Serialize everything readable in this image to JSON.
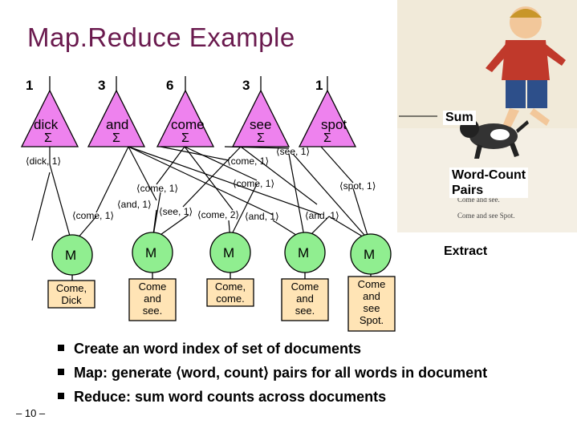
{
  "title": "Map.Reduce Example",
  "reducers": [
    {
      "count": "1",
      "word": "dick",
      "sigma": "Σ"
    },
    {
      "count": "3",
      "word": "and",
      "sigma": "Σ"
    },
    {
      "count": "6",
      "word": "come",
      "sigma": "Σ"
    },
    {
      "count": "3",
      "word": "see",
      "sigma": "Σ"
    },
    {
      "count": "1",
      "word": "spot",
      "sigma": "Σ"
    }
  ],
  "pairs": [
    "⟨dick, 1⟩",
    "⟨come, 1⟩",
    "⟨see, 1⟩",
    "⟨come, 1⟩",
    "⟨come, 1⟩",
    "⟨spot, 1⟩",
    "⟨and, 1⟩",
    "⟨see, 1⟩",
    "⟨come, 1⟩",
    "⟨come, 2⟩",
    "⟨and, 1⟩",
    "⟨and, 1⟩"
  ],
  "mappers": [
    {
      "label": "M",
      "doc": [
        "Come,",
        "Dick"
      ]
    },
    {
      "label": "M",
      "doc": [
        "Come",
        "and",
        "see."
      ]
    },
    {
      "label": "M",
      "doc": [
        "Come,",
        "come."
      ]
    },
    {
      "label": "M",
      "doc": [
        "Come",
        "and",
        "see."
      ]
    },
    {
      "label": "M",
      "doc": [
        "Come",
        "and",
        "see",
        "Spot."
      ]
    }
  ],
  "side_labels": {
    "sum": "Sum",
    "word_count": [
      "Word-Count",
      "Pairs"
    ],
    "extract": "Extract"
  },
  "bullets": [
    "Create an word index of set of documents",
    "Map: generate ⟨word, count⟩ pairs for all words in document",
    "Reduce: sum word counts across documents"
  ],
  "photo_caption": [
    "Come and see.",
    "Come and see Spot."
  ],
  "page_number": "– 10 –",
  "colors": {
    "title": "#6a1a4e",
    "triangle": "#ee82ee",
    "circle": "#90ee90",
    "line": "#000000"
  }
}
